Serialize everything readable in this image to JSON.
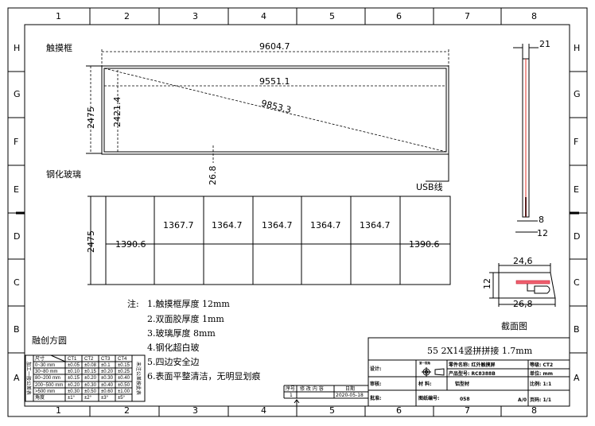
{
  "frame": {
    "columns": [
      "1",
      "2",
      "3",
      "4",
      "5",
      "6",
      "7",
      "8"
    ],
    "rows": [
      "H",
      "G",
      "F",
      "E",
      "D",
      "C",
      "B",
      "A"
    ]
  },
  "touch_frame": {
    "title": "触摸框",
    "width": "9604.7",
    "inner_width": "9551.1",
    "diagonal": "9853.3",
    "height": "2475",
    "inner_height": "2421.4",
    "border": "26.8",
    "usb_label": "USB线"
  },
  "glass": {
    "title": "钢化玻璃",
    "height": "2475",
    "cells": [
      "1390.6",
      "1367.7",
      "1364.7",
      "1364.7",
      "1364.7",
      "1364.7",
      "1390.6"
    ]
  },
  "side_view": {
    "thickness": "21",
    "dim_a": "8",
    "dim_b": "12"
  },
  "section": {
    "title": "截面图",
    "top_width": "24,6",
    "bottom_width": "26,8",
    "height": "12"
  },
  "notes": {
    "prefix": "注:",
    "items": [
      "1.触摸框厚度 12mm",
      "2.双面胶厚度  1mm",
      "3.玻璃厚度   8mm",
      "4.钢化超白玻",
      "5.四边安全边",
      "6.表面平整清洁，无明显划痕"
    ]
  },
  "brand": "融创方圆",
  "tolerance": {
    "side_label": "加工一般公差表",
    "headers": [
      "尺寸",
      "CT1",
      "CT2",
      "CT3",
      "CT4"
    ],
    "rows": [
      [
        "0~30 mm",
        "±0.05",
        "±0.08",
        "±0.1",
        "±0.15"
      ],
      [
        "30~80 mm",
        "±0.10",
        "±0.15",
        "±0.20",
        "±0.25"
      ],
      [
        "80~200 mm",
        "±0.15",
        "±0.20",
        "±0.30",
        "±0.40"
      ],
      [
        "200~500 mm",
        "±0.20",
        "±0.30",
        "±0.40",
        "±0.50"
      ],
      [
        ">500 mm",
        "±0.30",
        "±0.50",
        "±0.60",
        "±1.00"
      ],
      [
        "角度",
        "±1°",
        "±2°",
        "±3°",
        "±5°"
      ]
    ],
    "note": "未注公差按此表"
  },
  "revision": {
    "headers": [
      "序号",
      "修 改 内 容",
      "日期"
    ],
    "row": [
      "1",
      "",
      "2020-05-18"
    ]
  },
  "title_block": {
    "title": "55 2X14竖拼拼接 1.7mm",
    "design": "设计:",
    "review": "审核:",
    "approve": "批准:",
    "part_name": "零件名称: 红外触摸屏",
    "product_model": "产品型号: RC8388B",
    "material_label": "材    料:",
    "material": "铝型材",
    "drawing_no_label": "图纸编号:",
    "drawing_no": "058",
    "sheet_size": "A/0",
    "grade": "等级: CT2",
    "unit": "单位: mm",
    "scale": "比例: 1:1",
    "page": "页码: 1/1",
    "projection_label": "第一视角"
  },
  "colors": {
    "accent_red": "#e0302a",
    "section_fill": "#f06070"
  }
}
